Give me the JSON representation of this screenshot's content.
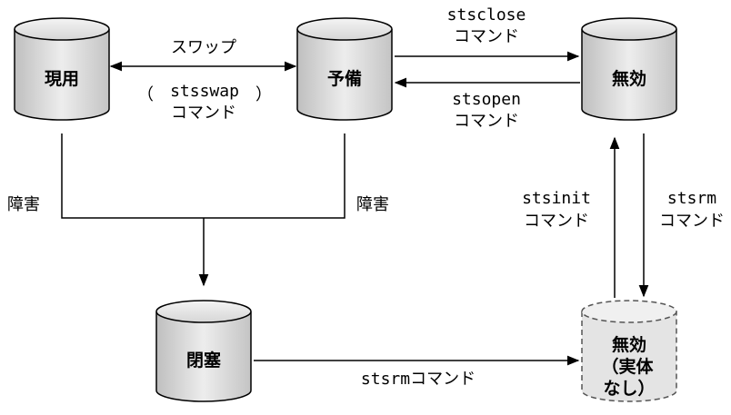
{
  "nodes": {
    "active": {
      "label": "現用"
    },
    "spare": {
      "label": "予備"
    },
    "invalid": {
      "label": "無効"
    },
    "blocked": {
      "label": "閉塞"
    },
    "invalid_no_entity": {
      "label_lines": [
        "無効",
        "（実体",
        "なし）"
      ]
    }
  },
  "edges": {
    "swap": {
      "label_top": "スワップ",
      "label_bottom_cmd": "stsswap",
      "label_bottom_word": "コマンド",
      "paren_open": "（",
      "paren_close": "）"
    },
    "stsclose": {
      "line1": "stsclose",
      "line2": "コマンド"
    },
    "stsopen": {
      "line1": "stsopen",
      "line2": "コマンド"
    },
    "failure_left": {
      "label": "障害"
    },
    "failure_right": {
      "label": "障害"
    },
    "stsinit": {
      "line1": "stsinit",
      "line2": "コマンド"
    },
    "stsrm_right": {
      "line1": "stsrm",
      "line2": "コマンド"
    },
    "stsrm_bottom": {
      "label": "stsrmコマンド"
    }
  }
}
